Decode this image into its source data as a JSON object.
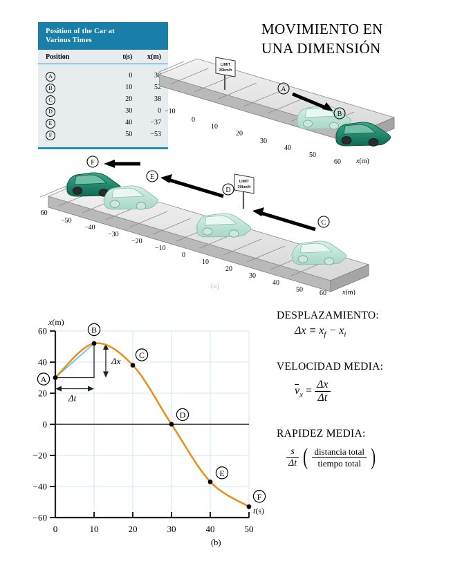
{
  "title": {
    "line1": "MOVIMIENTO EN",
    "line2": "UNA DIMENSIÓN"
  },
  "table": {
    "title_line1": "Position of the Car at",
    "title_line2": "Various Times",
    "headers": {
      "position": "Position",
      "time": "t(s)",
      "x": "x(m)"
    },
    "rows": [
      {
        "position": "A",
        "t": "0",
        "x": "30"
      },
      {
        "position": "B",
        "t": "10",
        "x": "52"
      },
      {
        "position": "C",
        "t": "20",
        "x": "38"
      },
      {
        "position": "D",
        "t": "30",
        "x": "0"
      },
      {
        "position": "E",
        "t": "40",
        "x": "−37"
      },
      {
        "position": "F",
        "t": "50",
        "x": "−53"
      }
    ],
    "header_color": "#1a7fa8",
    "body_color": "#e7ecef"
  },
  "scene_top": {
    "axis_label": "x(m)",
    "ticks": [
      "−10",
      "0",
      "10",
      "20",
      "30",
      "40",
      "50",
      "60"
    ],
    "markers": [
      "A",
      "B"
    ],
    "sign_line1": "LIMIT",
    "sign_line2": "30km/h",
    "caption": "(a)"
  },
  "scene_bottom": {
    "axis_label": "x(m)",
    "ticks": [
      "−60",
      "−50",
      "−40",
      "−30",
      "−20",
      "−10",
      "0",
      "10",
      "20",
      "30",
      "40",
      "50",
      "60"
    ],
    "markers": [
      "F",
      "E",
      "D",
      "C"
    ],
    "sign_line1": "LIMIT",
    "sign_line2": "30km/h"
  },
  "formulas": {
    "displacement_heading": "DESPLAZAMIENTO:",
    "displacement_body": "Δx ≡ x",
    "displacement_sub_f": "f",
    "displacement_minus": " − x",
    "displacement_sub_i": "i",
    "velocity_heading": "VELOCIDAD MEDIA:",
    "velocity_v": "v",
    "velocity_sub_x": "x",
    "velocity_eq": "=",
    "velocity_num": "Δx",
    "velocity_den": "Δt",
    "speed_heading": "RAPIDEZ MEDIA:",
    "speed_num": "s",
    "speed_den": "Δt",
    "speed_paren_num": "distancia total",
    "speed_paren_den": "tiempo total"
  },
  "chart_data": {
    "type": "line",
    "title": "",
    "xlabel": "t(s)",
    "ylabel": "x(m)",
    "xlim": [
      0,
      50
    ],
    "ylim": [
      -60,
      60
    ],
    "xticks": [
      0,
      10,
      20,
      30,
      40,
      50
    ],
    "yticks": [
      -60,
      -40,
      -20,
      0,
      20,
      40,
      60
    ],
    "grid": true,
    "curve_color": "#E8921B",
    "secant_color": "#4FC3F7",
    "point_labels": [
      "A",
      "B",
      "C",
      "D",
      "E",
      "F"
    ],
    "x": [
      0,
      10,
      20,
      30,
      40,
      50
    ],
    "values": [
      30,
      52,
      38,
      0,
      -37,
      -53
    ],
    "annotations": [
      {
        "label": "Δx",
        "from": [
          10,
          30
        ],
        "to": [
          10,
          52
        ]
      },
      {
        "label": "Δt",
        "from": [
          0,
          0
        ],
        "to": [
          10,
          0
        ]
      }
    ],
    "caption": "(b)"
  }
}
